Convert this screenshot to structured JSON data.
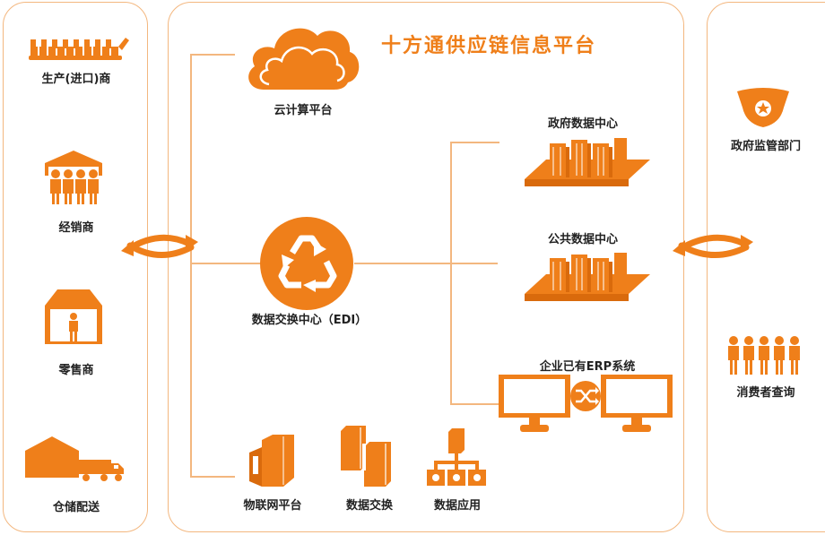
{
  "title": "十方通供应链信息平台",
  "colors": {
    "accent": "#ef7f1a",
    "accent_dark": "#d96a0c",
    "line": "#f3b77f"
  },
  "left_panel": {
    "items": [
      {
        "label": "生产(进口)商",
        "icon": "conveyor-icon"
      },
      {
        "label": "经销商",
        "icon": "distributor-group-icon"
      },
      {
        "label": "零售商",
        "icon": "retail-store-icon"
      },
      {
        "label": "仓储配送",
        "icon": "warehouse-truck-icon"
      }
    ]
  },
  "center": {
    "cloud_label": "云计算平台",
    "edi_label": "数据交换中心（EDI）",
    "gov_data_center": "政府数据中心",
    "public_data_center": "公共数据中心",
    "erp_label": "企业已有ERP系统",
    "iot_label": "物联网平台",
    "data_exchange_label": "数据交换",
    "data_app_label": "数据应用"
  },
  "right_panel": {
    "items": [
      {
        "label": "政府监管部门",
        "icon": "police-cap-icon"
      },
      {
        "label": "消费者查询",
        "icon": "consumers-group-icon"
      }
    ]
  }
}
